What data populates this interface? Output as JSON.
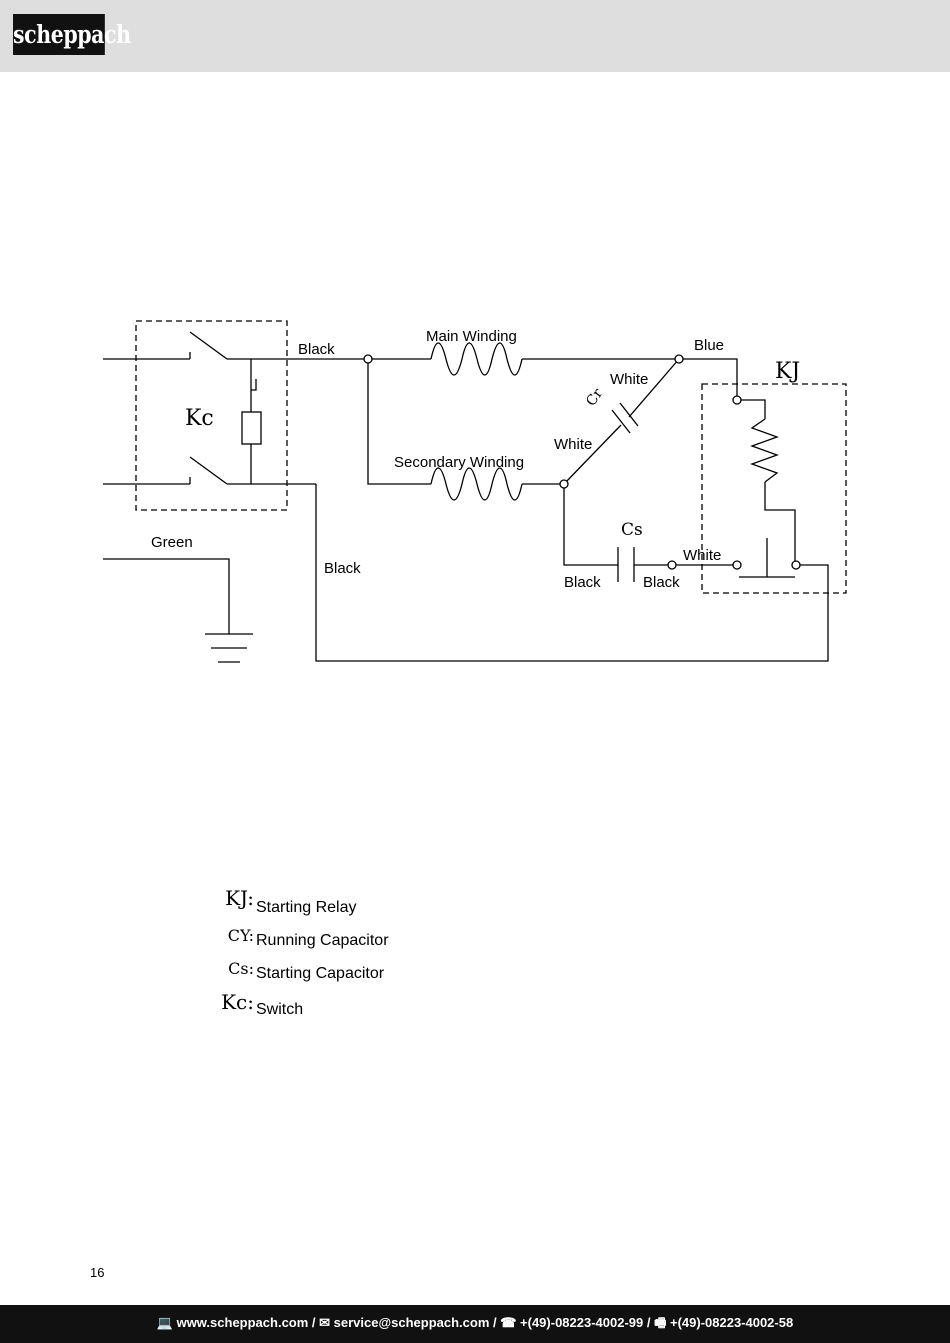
{
  "brand": {
    "logo_text": "scheppach"
  },
  "diagram": {
    "labels": {
      "black_top": "Black",
      "main_winding": "Main Winding",
      "blue": "Blue",
      "white_cr": "White",
      "white_diag": "White",
      "secondary_winding": "Secondary Winding",
      "white_relay": "White",
      "green": "Green",
      "black_left": "Black",
      "black_cs_left": "Black",
      "black_cs_right": "Black"
    },
    "symbols": {
      "kc": "Kc",
      "kj": "KJ",
      "cr": "Cr",
      "cs": "Cs"
    }
  },
  "legend": {
    "items": [
      {
        "symbol": "KJ:",
        "text": "Starting Relay"
      },
      {
        "symbol": "CY:",
        "text": "Running Capacitor"
      },
      {
        "symbol": "Cs:",
        "text": "Starting Capacitor"
      },
      {
        "symbol": "Kc:",
        "text": "Switch"
      }
    ]
  },
  "page_number": "16",
  "footer": {
    "text": "💻 www.scheppach.com / ✉ service@scheppach.com / ☎ +(49)-08223-4002-99 / 🖷 +(49)-08223-4002-58"
  }
}
